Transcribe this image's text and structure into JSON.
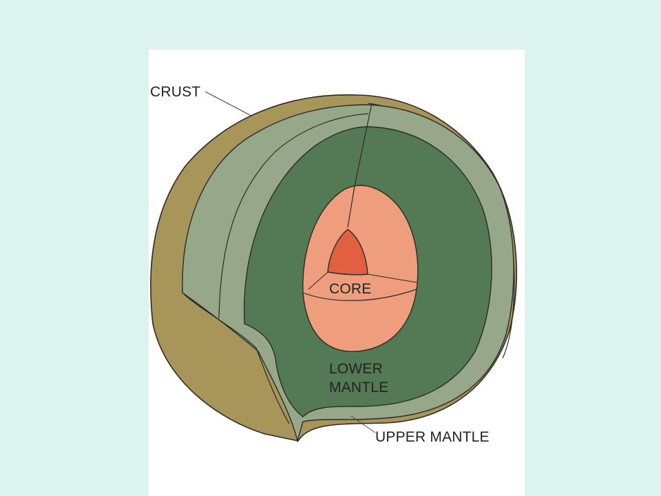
{
  "labels": {
    "crust": "CRUST",
    "core": "CORE",
    "lower_mantle_line1": "LOWER",
    "lower_mantle_line2": "MANTLE",
    "upper_mantle": "UPPER MANTLE"
  },
  "colors": {
    "page_background": "#dcf3f0",
    "panel_background": "#ffffff",
    "crust": "#a8955a",
    "upper_mantle": "#97a88a",
    "lower_mantle": "#547a55",
    "outer_core": "#ee9e7d",
    "inner_core": "#e0603f",
    "outline": "#2a2a2a"
  }
}
